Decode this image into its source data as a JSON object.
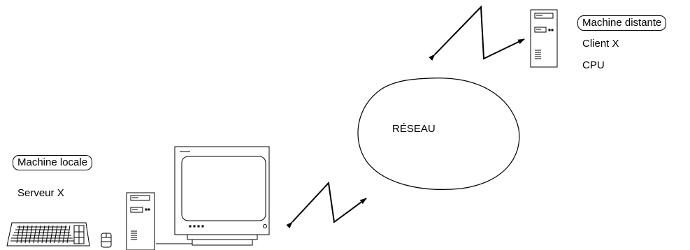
{
  "remote": {
    "title": "Machine distante",
    "items": [
      "Client X",
      "CPU"
    ]
  },
  "network": {
    "label": "RÉSEAU"
  },
  "local": {
    "title": "Machine locale",
    "items": [
      "Serveur X"
    ]
  }
}
